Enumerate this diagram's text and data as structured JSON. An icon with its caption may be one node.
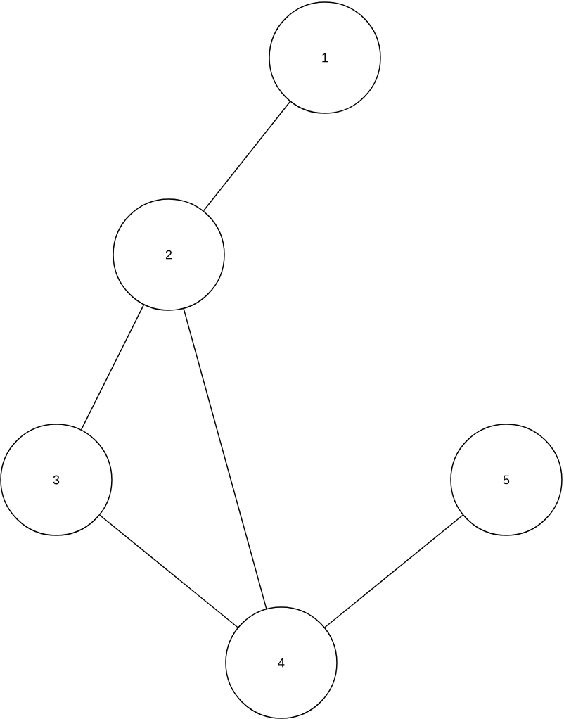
{
  "diagram": {
    "nodes": [
      {
        "text": [
          "1"
        ]
      },
      {
        "text": [
          "2"
        ]
      },
      {
        "text": [
          "3"
        ]
      },
      {
        "text": [
          "4"
        ]
      },
      {
        "text": [
          "5"
        ]
      }
    ],
    "edges": [
      {
        "from": 0,
        "to": 1,
        "arrow": "none"
      },
      {
        "from": 1,
        "to": 2,
        "arrow": "none"
      },
      {
        "from": 1,
        "to": 3,
        "arrow": "none"
      },
      {
        "from": 2,
        "to": 3,
        "arrow": "none"
      },
      {
        "from": 3,
        "to": 4,
        "arrow": "none"
      }
    ]
  }
}
